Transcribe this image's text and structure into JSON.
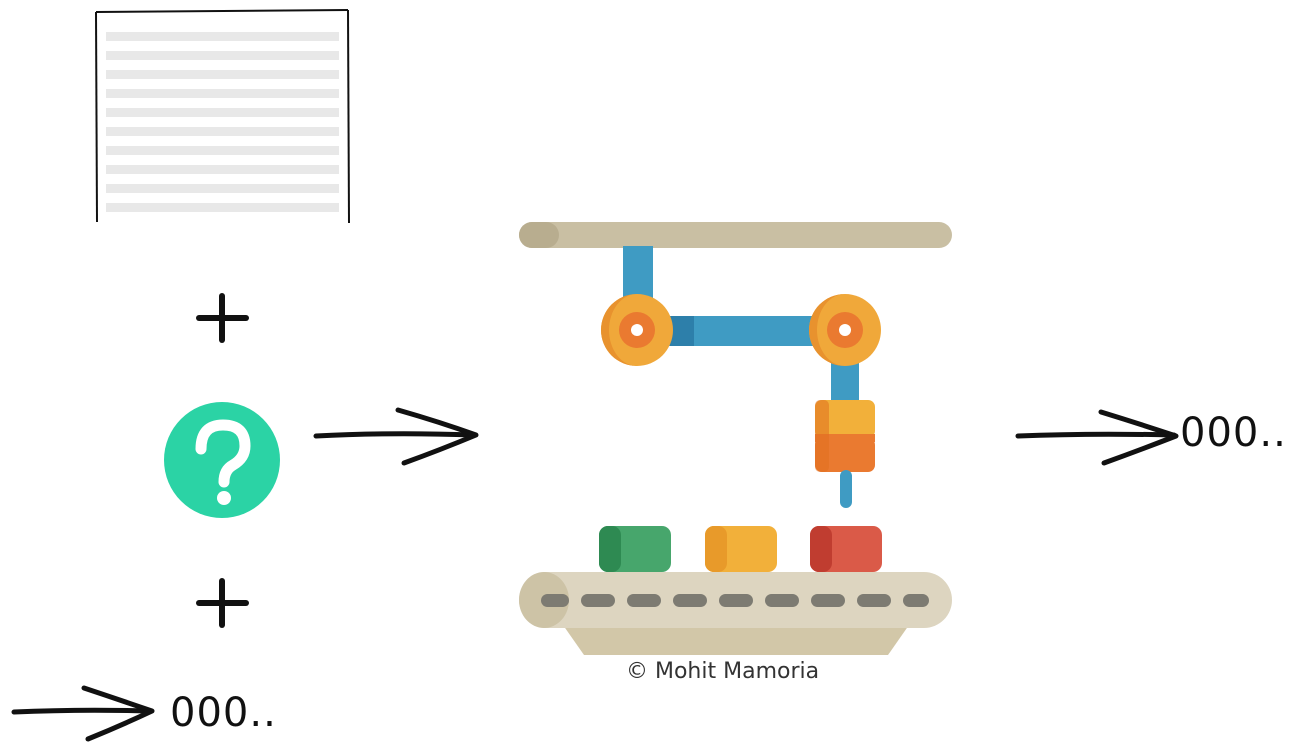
{
  "output_label": "000..",
  "input_label": "000..",
  "credit": "© Mohit Mamoria",
  "colors": {
    "question": "#2bd3a5",
    "rail": "#c9bfa3",
    "arm": "#3f9bc3",
    "joint": "#f0a83a",
    "joint_center": "#ea7a30",
    "box_green": "#3fa56a",
    "box_orange": "#f2b03a",
    "box_red": "#d2493a",
    "belt": "#ddd5c0",
    "belt_slot": "#7d7b72"
  }
}
